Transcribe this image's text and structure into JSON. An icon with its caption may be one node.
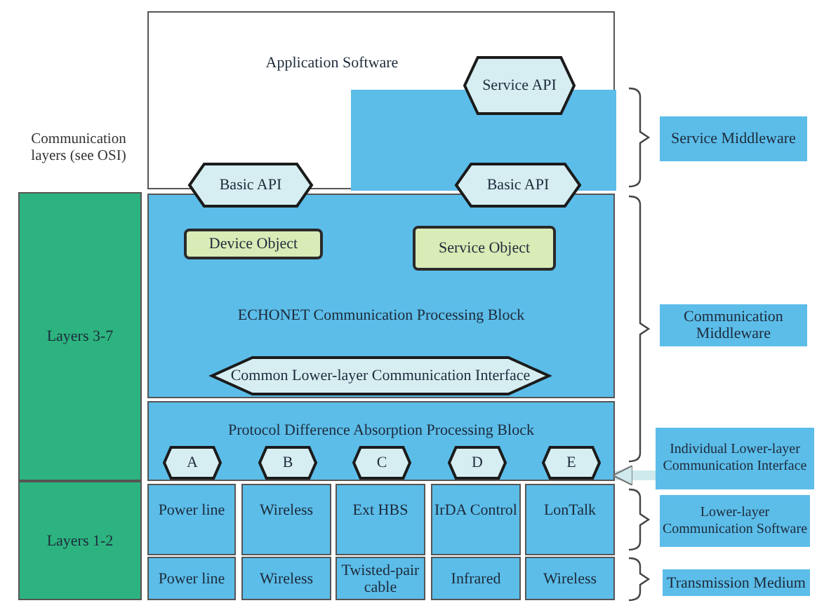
{
  "diagram": {
    "nodes": [
      {
        "text": [
          "Application Software"
        ]
      },
      {
        "text": [],
        "shape": "box",
        "in": 0
      },
      {
        "text": [
          "Service API"
        ],
        "in": 0
      },
      {
        "text": [
          "Service Middleware"
        ]
      },
      {
        "text": [
          "Basic API"
        ]
      },
      {
        "text": [
          "Basic API"
        ]
      },
      {
        "text": [
          "Layers 3-7"
        ]
      },
      {
        "text": [
          "ECHONET Communication Processing Block"
        ]
      },
      {
        "text": [
          "Device Object"
        ],
        "in": 7
      },
      {
        "text": [
          "Service Object"
        ],
        "in": 7
      },
      {
        "text": [
          "Communication Middleware"
        ]
      },
      {
        "text": [
          "Common Lower-layer Communication Interface"
        ],
        "in": 7
      },
      {
        "text": [
          "Protocol Difference Absorption Processing Block"
        ]
      },
      {
        "text": [
          "Individual Lower-layer Communication Interface"
        ]
      },
      {
        "text": [
          "A"
        ],
        "in": 12
      },
      {
        "text": [
          "B"
        ],
        "in": 12
      },
      {
        "text": [
          "C"
        ],
        "in": 12
      },
      {
        "text": [
          "D"
        ],
        "in": 12
      },
      {
        "text": [
          "E"
        ],
        "in": 12
      },
      {
        "text": [
          "Layers 1-2"
        ]
      },
      {
        "text": [
          "Power line"
        ]
      },
      {
        "text": [
          "Wireless"
        ]
      },
      {
        "text": [
          "Ext HBS"
        ]
      },
      {
        "text": [
          "IrDA Control"
        ]
      },
      {
        "text": [
          "LonTalk"
        ]
      },
      {
        "text": [
          "Lower-layer Communication Software"
        ]
      },
      {
        "text": [
          "Power line"
        ]
      },
      {
        "text": [
          "Wireless"
        ]
      },
      {
        "text": [
          "Twisted-pair cable"
        ]
      },
      {
        "text": [
          "Infrared"
        ]
      },
      {
        "text": [
          "Wireless"
        ]
      },
      {
        "text": [
          "Transmission Medium"
        ]
      }
    ],
    "edges": [
      {
        "from": 13,
        "to": 12,
        "arrow": "to"
      }
    ],
    "labels": [
      "Communication layers (see OSI)"
    ]
  }
}
